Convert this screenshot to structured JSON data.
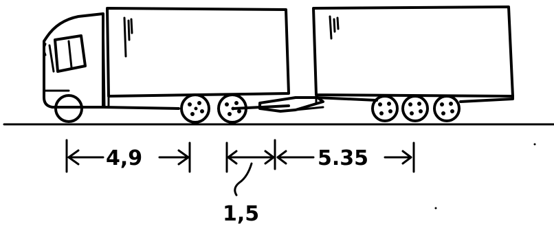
{
  "figure": {
    "colors": {
      "ink": "#000000",
      "background": "#ffffff"
    }
  },
  "dimensions": {
    "truck_axle_spacing": "4,9",
    "axle_gap": "1,5",
    "trailer_spacing": "5.35"
  }
}
